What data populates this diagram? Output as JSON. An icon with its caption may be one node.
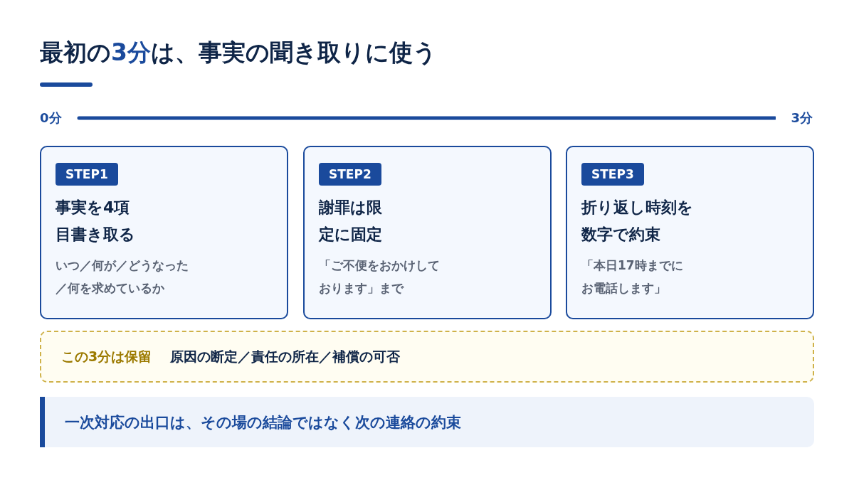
{
  "diagram": {
    "title": "最初の**3分**は、事実の聞き取りに使う",
    "nodes": [
      {
        "text": [
          "STEP1",
          "事実を4項目書き取る",
          "いつ／何が／どうなった／何を求めているか"
        ]
      },
      {
        "text": [
          "STEP2",
          "謝罪は限定に固定",
          "「ご不便をおかけしております」まで"
        ]
      },
      {
        "text": [
          "STEP3",
          "折り返し時刻を数字で約束",
          "「本日17時までにお電話します」"
        ]
      },
      {
        "text": [
          "この3分は保留",
          "原因の断定／責任の所在／補償の可否"
        ]
      },
      {
        "text": [
          "一次対応の出口は、その場の結論ではなく次の連絡の約束"
        ]
      }
    ],
    "labels": [
      "0分",
      "3分"
    ]
  }
}
